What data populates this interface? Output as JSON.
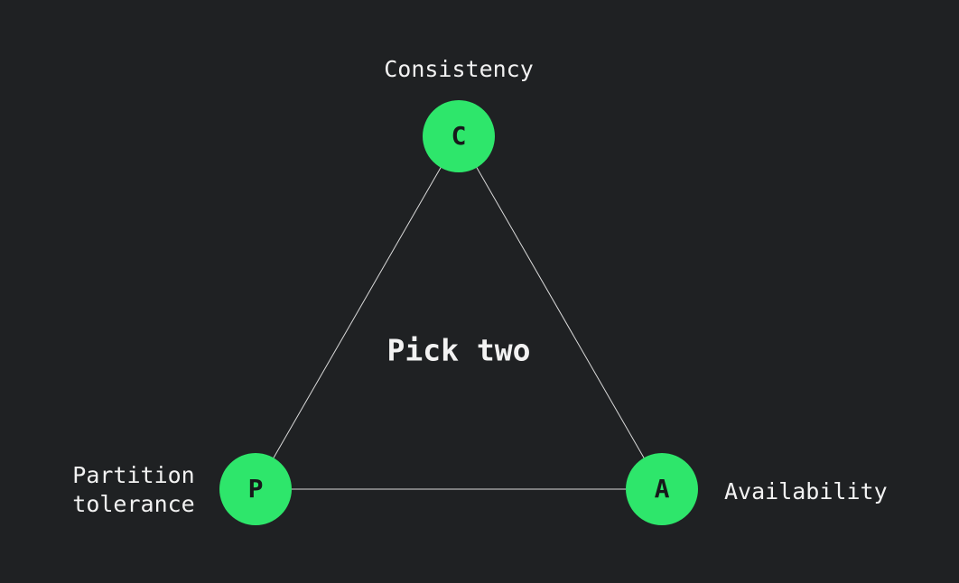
{
  "diagram": {
    "center_label": "Pick two",
    "nodes": [
      {
        "id": "consistency",
        "letter": "C",
        "label": "Consistency"
      },
      {
        "id": "partition-tolerance",
        "letter": "P",
        "label": "Partition tolerance"
      },
      {
        "id": "availability",
        "letter": "A",
        "label": "Availability"
      }
    ],
    "edges": [
      {
        "from": "consistency",
        "to": "partition-tolerance"
      },
      {
        "from": "consistency",
        "to": "availability"
      },
      {
        "from": "partition-tolerance",
        "to": "availability"
      }
    ],
    "colors": {
      "background": "#1f2123",
      "node_fill": "#2ee66b",
      "node_letter": "#17191b",
      "edge": "#d9d9d9",
      "label_text": "#f2f2f2"
    }
  }
}
